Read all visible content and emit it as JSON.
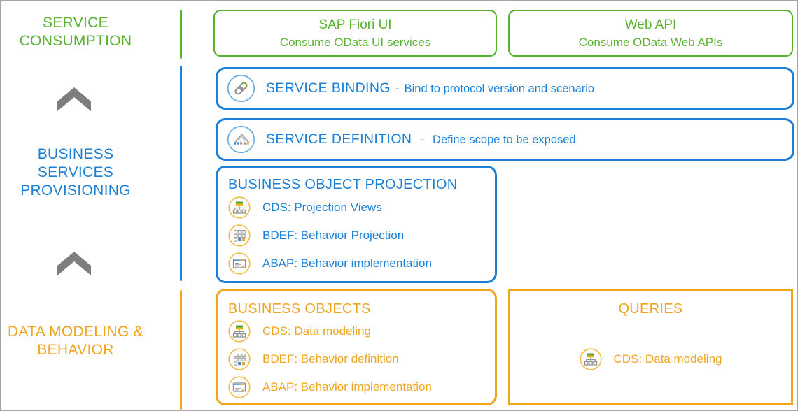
{
  "colors": {
    "green": "#58b22e",
    "blue": "#1c80d6",
    "orange": "#f0a51e",
    "chevron_gray": "#7e7e7e"
  },
  "sidebar": {
    "consumption": "SERVICE\nCONSUMPTION",
    "provisioning": "BUSINESS\nSERVICES\nPROVISIONING",
    "modeling": "DATA MODELING &\nBEHAVIOR",
    "chevron_icon": "up-chevron-icon"
  },
  "consumption_row": {
    "fiori": {
      "title": "SAP Fiori UI",
      "subtitle": "Consume OData UI services"
    },
    "web_api": {
      "title": "Web API",
      "subtitle": "Consume OData Web APIs"
    }
  },
  "provisioning": {
    "service_binding": {
      "icon": "link-icon",
      "title": "SERVICE BINDING",
      "sep": "-",
      "subtitle": "Bind to protocol version and scenario"
    },
    "service_definition": {
      "icon": "service-hierarchy-icon",
      "title": "SERVICE DEFINITION",
      "sep": "-",
      "subtitle": "Define scope to be exposed"
    },
    "business_object_projection": {
      "title": "BUSINESS OBJECT PROJECTION",
      "items": [
        {
          "icon": "cds-tree-icon",
          "label": "CDS: Projection Views"
        },
        {
          "icon": "bdef-grid-icon",
          "label": "BDEF: Behavior Projection"
        },
        {
          "icon": "abap-class-icon",
          "label": "ABAP: Behavior implementation"
        }
      ]
    }
  },
  "modeling": {
    "business_objects": {
      "title": "BUSINESS OBJECTS",
      "items": [
        {
          "icon": "cds-tree-icon",
          "label": "CDS: Data modeling"
        },
        {
          "icon": "bdef-grid-icon",
          "label": "BDEF: Behavior definition"
        },
        {
          "icon": "abap-class-icon",
          "label": "ABAP: Behavior implementation"
        }
      ]
    },
    "queries": {
      "title": "QUERIES",
      "items": [
        {
          "icon": "cds-tree-icon",
          "label": "CDS: Data modeling"
        }
      ]
    }
  }
}
